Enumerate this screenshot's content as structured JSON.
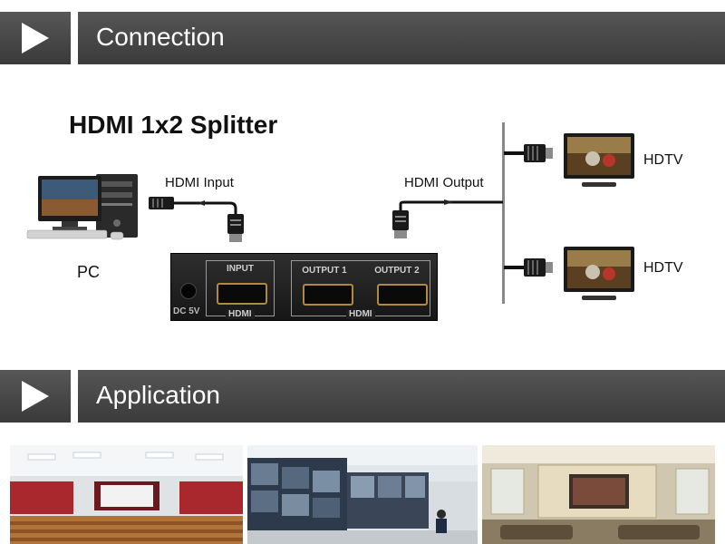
{
  "sections": {
    "connection_title": "Connection",
    "application_title": "Application"
  },
  "diagram": {
    "title": "HDMI 1x2 Splitter",
    "source_label": "PC",
    "input_label": "HDMI Input",
    "output_label": "HDMI Output",
    "tv1_label": "HDTV",
    "tv2_label": "HDTV"
  },
  "splitter_panel": {
    "power_label": "DC 5V",
    "input_port_label": "INPUT",
    "input_group_label": "HDMI",
    "output1_label": "OUTPUT 1",
    "output2_label": "OUTPUT 2",
    "output_group_label": "HDMI"
  },
  "icons": [
    "play-icon",
    "pc-icon",
    "hdmi-plug-icon",
    "tv-icon"
  ]
}
